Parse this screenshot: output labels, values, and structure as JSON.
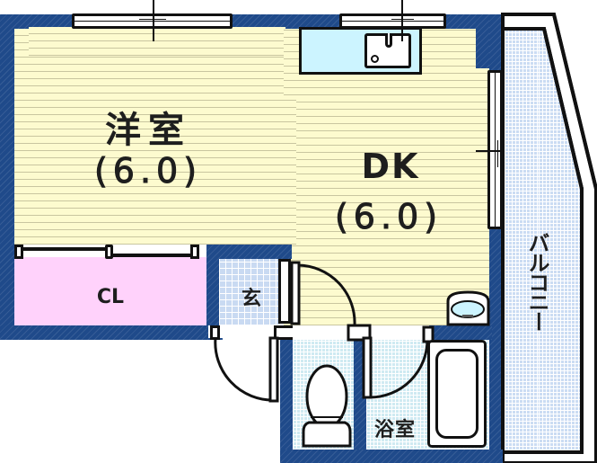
{
  "floor_plan": {
    "type": "apartment-floor-plan",
    "layout": "1DK",
    "rooms": [
      {
        "id": "western_room",
        "name": "洋室",
        "size": "(6.0)",
        "unit": "jo"
      },
      {
        "id": "dk",
        "name": "DK",
        "size": "(6.0)",
        "unit": "jo"
      },
      {
        "id": "closet",
        "name": "CL"
      },
      {
        "id": "entrance",
        "name": "玄"
      },
      {
        "id": "bathroom",
        "name": "浴室"
      },
      {
        "id": "balcony",
        "name": "バルコニー"
      }
    ],
    "fixtures": [
      "kitchen-sink",
      "toilet",
      "bathtub",
      "washbasin",
      "window",
      "sliding-door",
      "swing-door"
    ],
    "colors": {
      "wall": "#1f4a8a",
      "wood_floor": "#fdfbcf",
      "closet": "#ffd2fb",
      "tile": "#c9daf2",
      "kitchen_counter": "#ccf4ff",
      "outline": "#111111"
    }
  },
  "labels": {
    "western_room_name": "洋室",
    "western_room_size": "(6.0)",
    "dk_name": "DK",
    "dk_size": "(6.0)",
    "closet": "CL",
    "entrance": "玄",
    "bathroom": "浴室",
    "balcony": "バルコニー"
  }
}
